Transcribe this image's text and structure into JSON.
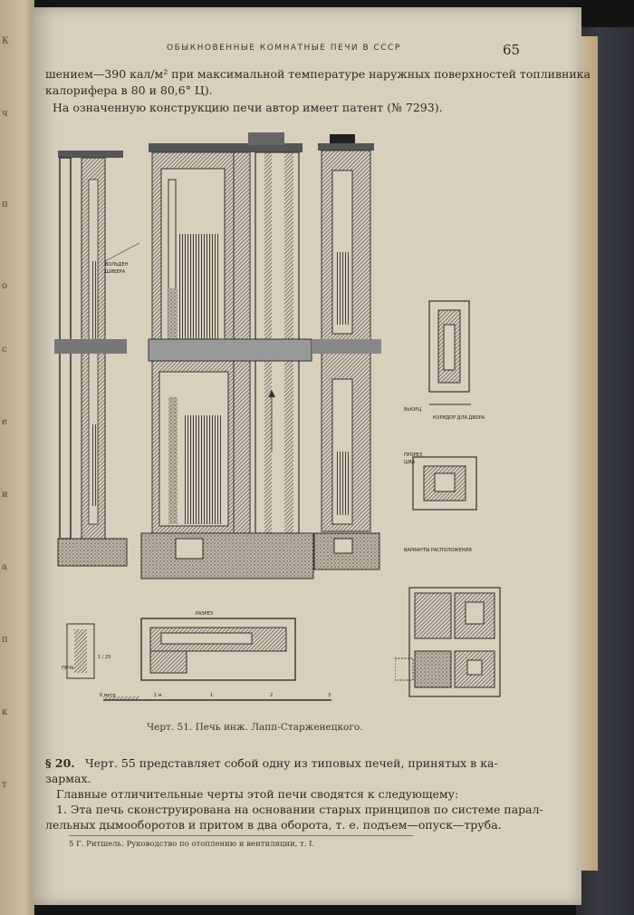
{
  "left_margin_text": [
    "К",
    "ч",
    "п",
    "о",
    "с",
    "е",
    "и",
    "а",
    "п",
    "к",
    "т"
  ],
  "running_head": "ОБЫКНОВЕННЫЕ КОМНАТНЫЕ ПЕЧИ В СССР",
  "page_number": "65",
  "body_lines": [
    "шением—390 кал/м² при максимальной температуре наружных поверхностей топливника",
    "калорифера в 80 и 80,6° Ц).",
    "На означенную конструкцию печи автор имеет патент (№ 7293)."
  ],
  "figure": {
    "labels": {
      "label_1": "ВОЛЬДЕН",
      "label_2": "ШИБЕРА",
      "label_3": "ВЬЮРЦ",
      "label_4": "КОРИДОР ДЛЯ ДВОРА",
      "label_5": "ПРОРЕЗ",
      "label_6": "ШВА",
      "label_7": "ВАРИАНТЫ РАСПОЛОЖЕНИЯ",
      "label_8": "РАЗРЕЗ",
      "label_9": "ПЕЧЬ",
      "scale_label": "1 м",
      "scale_start": "0 метр",
      "scale_1": "1",
      "scale_2": "2",
      "scale_3": "3",
      "side_scale": "1 / 25"
    },
    "caption": "Черт. 51. Печь инж. Лапп-Старженецкого."
  },
  "section": {
    "mark": "§ 20.",
    "line_1": "Черт. 55 представляет собой одну из типовых печей, принятых в ка-",
    "line_2": "зармах.",
    "line_3": "Главные отличительные черты этой печи сводятся к следующему:",
    "line_4": "1. Эта печь сконструирована на основании старых принципов по системе парал-",
    "line_5": "лельных дымооборотов и притом в два оборота, т. е. подъем—опуск—труба."
  },
  "footnote": "5 Г. Ритшель. Руководство по отоплению и вентиляции, т. I."
}
